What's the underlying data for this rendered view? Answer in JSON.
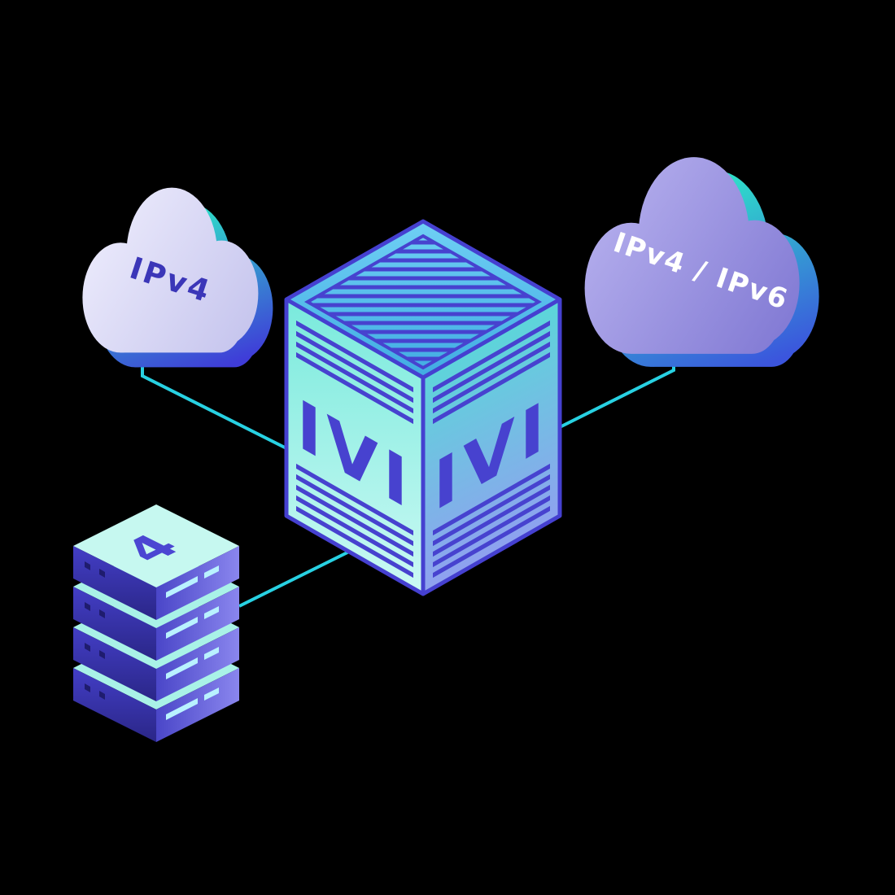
{
  "canvas": {
    "background": "#000000"
  },
  "colors": {
    "indigo_edge": "#4540d0",
    "indigo_text": "#4742cf",
    "cyan_connector": "#28d1e2",
    "teal_accent": "#2de8c8",
    "lavender_cloud": "#e2e2f7",
    "purple_cloud": "#8d86d8",
    "cube_left_face": "#8af0e3",
    "cube_right_face": "#54ded6",
    "cube_top_face": "#5ec6f0",
    "server_face": "#433ec6",
    "cloud_label_dark": "#3b36b8",
    "cloud_label_light": "#ffffff"
  },
  "nodes": {
    "ipv4_cloud": {
      "label": "IPv4"
    },
    "dual_stack_cloud": {
      "label": "IPv4 / IPv6"
    },
    "translator_box": {
      "left_face_label": "IVI",
      "right_face_label": "IVI"
    },
    "server_stack": {
      "top_label": "4",
      "units": 4
    }
  }
}
